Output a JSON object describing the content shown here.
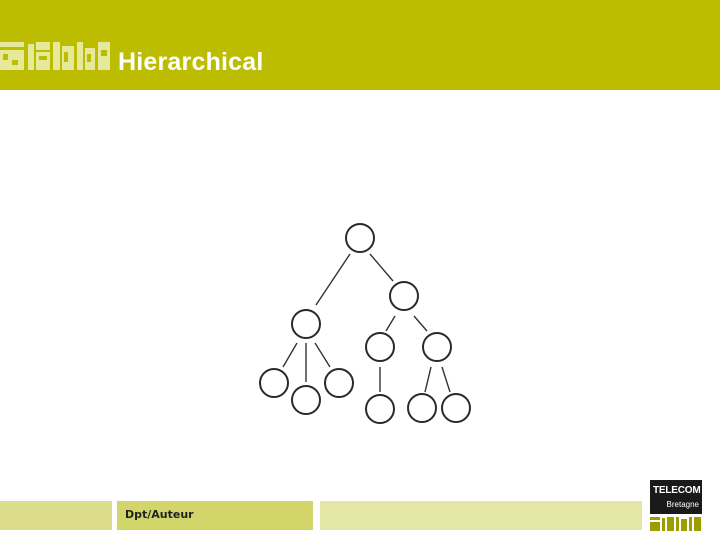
{
  "header": {
    "title": "Hierarchical"
  },
  "footer": {
    "author": "Dpt/Auteur",
    "brand_line1": "TELECOM",
    "brand_line2": "Bretagne"
  },
  "colors": {
    "header_band": "#bcbd00",
    "footer_author_bg": "#d2d56a",
    "footer_right_bg": "#e4e6a6",
    "brand_box": "#1a1a1a"
  },
  "diagram": {
    "type": "tree",
    "nodes": [
      {
        "id": "root",
        "parent": null
      },
      {
        "id": "n1",
        "parent": "root"
      },
      {
        "id": "n2",
        "parent": "root"
      },
      {
        "id": "n1a",
        "parent": "n1"
      },
      {
        "id": "n1b",
        "parent": "n1"
      },
      {
        "id": "n1c",
        "parent": "n1"
      },
      {
        "id": "n2a",
        "parent": "n2"
      },
      {
        "id": "n2b",
        "parent": "n2"
      },
      {
        "id": "n2a1",
        "parent": "n2a"
      },
      {
        "id": "n2b1",
        "parent": "n2b"
      },
      {
        "id": "n2b2",
        "parent": "n2b"
      }
    ]
  }
}
